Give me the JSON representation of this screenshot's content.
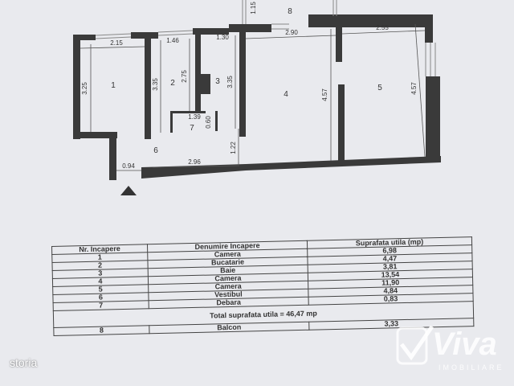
{
  "plan": {
    "rooms": [
      "1",
      "2",
      "3",
      "4",
      "5",
      "6",
      "7",
      "8"
    ],
    "dims": {
      "r1_w": "2.15",
      "r1_h": "3.25",
      "r2_w": "1.46",
      "r2_h": "3.35",
      "r2_h2": "2.75",
      "r3_w": "1.30",
      "r3_h": "3.35",
      "r4_w": "2.90",
      "r4_h": "4.57",
      "r5_w": "2.55",
      "r5_h": "4.57",
      "r6_w": "2.96",
      "r6_h": "1.22",
      "door": "0.94",
      "r7_w": "1.39",
      "r7_h": "0.60",
      "r8_h": "1.15"
    }
  },
  "table": {
    "headers": [
      "Nr. Incapere",
      "Denumire Incapere",
      "Suprafata utila (mp)"
    ],
    "rows": [
      {
        "nr": "1",
        "name": "Camera",
        "area": "6,98"
      },
      {
        "nr": "2",
        "name": "Bucatarie",
        "area": "4,47"
      },
      {
        "nr": "3",
        "name": "Baie",
        "area": "3,81"
      },
      {
        "nr": "4",
        "name": "Camera",
        "area": "13,54"
      },
      {
        "nr": "5",
        "name": "Camera",
        "area": "11,90"
      },
      {
        "nr": "6",
        "name": "Vestibul",
        "area": "4,84"
      },
      {
        "nr": "7",
        "name": "Debara",
        "area": "0,83"
      }
    ],
    "total": "Total suprafata utila = 46,47 mp",
    "balcony": {
      "nr": "8",
      "name": "Balcon",
      "area": "3,33"
    }
  },
  "watermark": {
    "logo": "Viva",
    "sub": "IMOBILIARE"
  },
  "source": "storia"
}
